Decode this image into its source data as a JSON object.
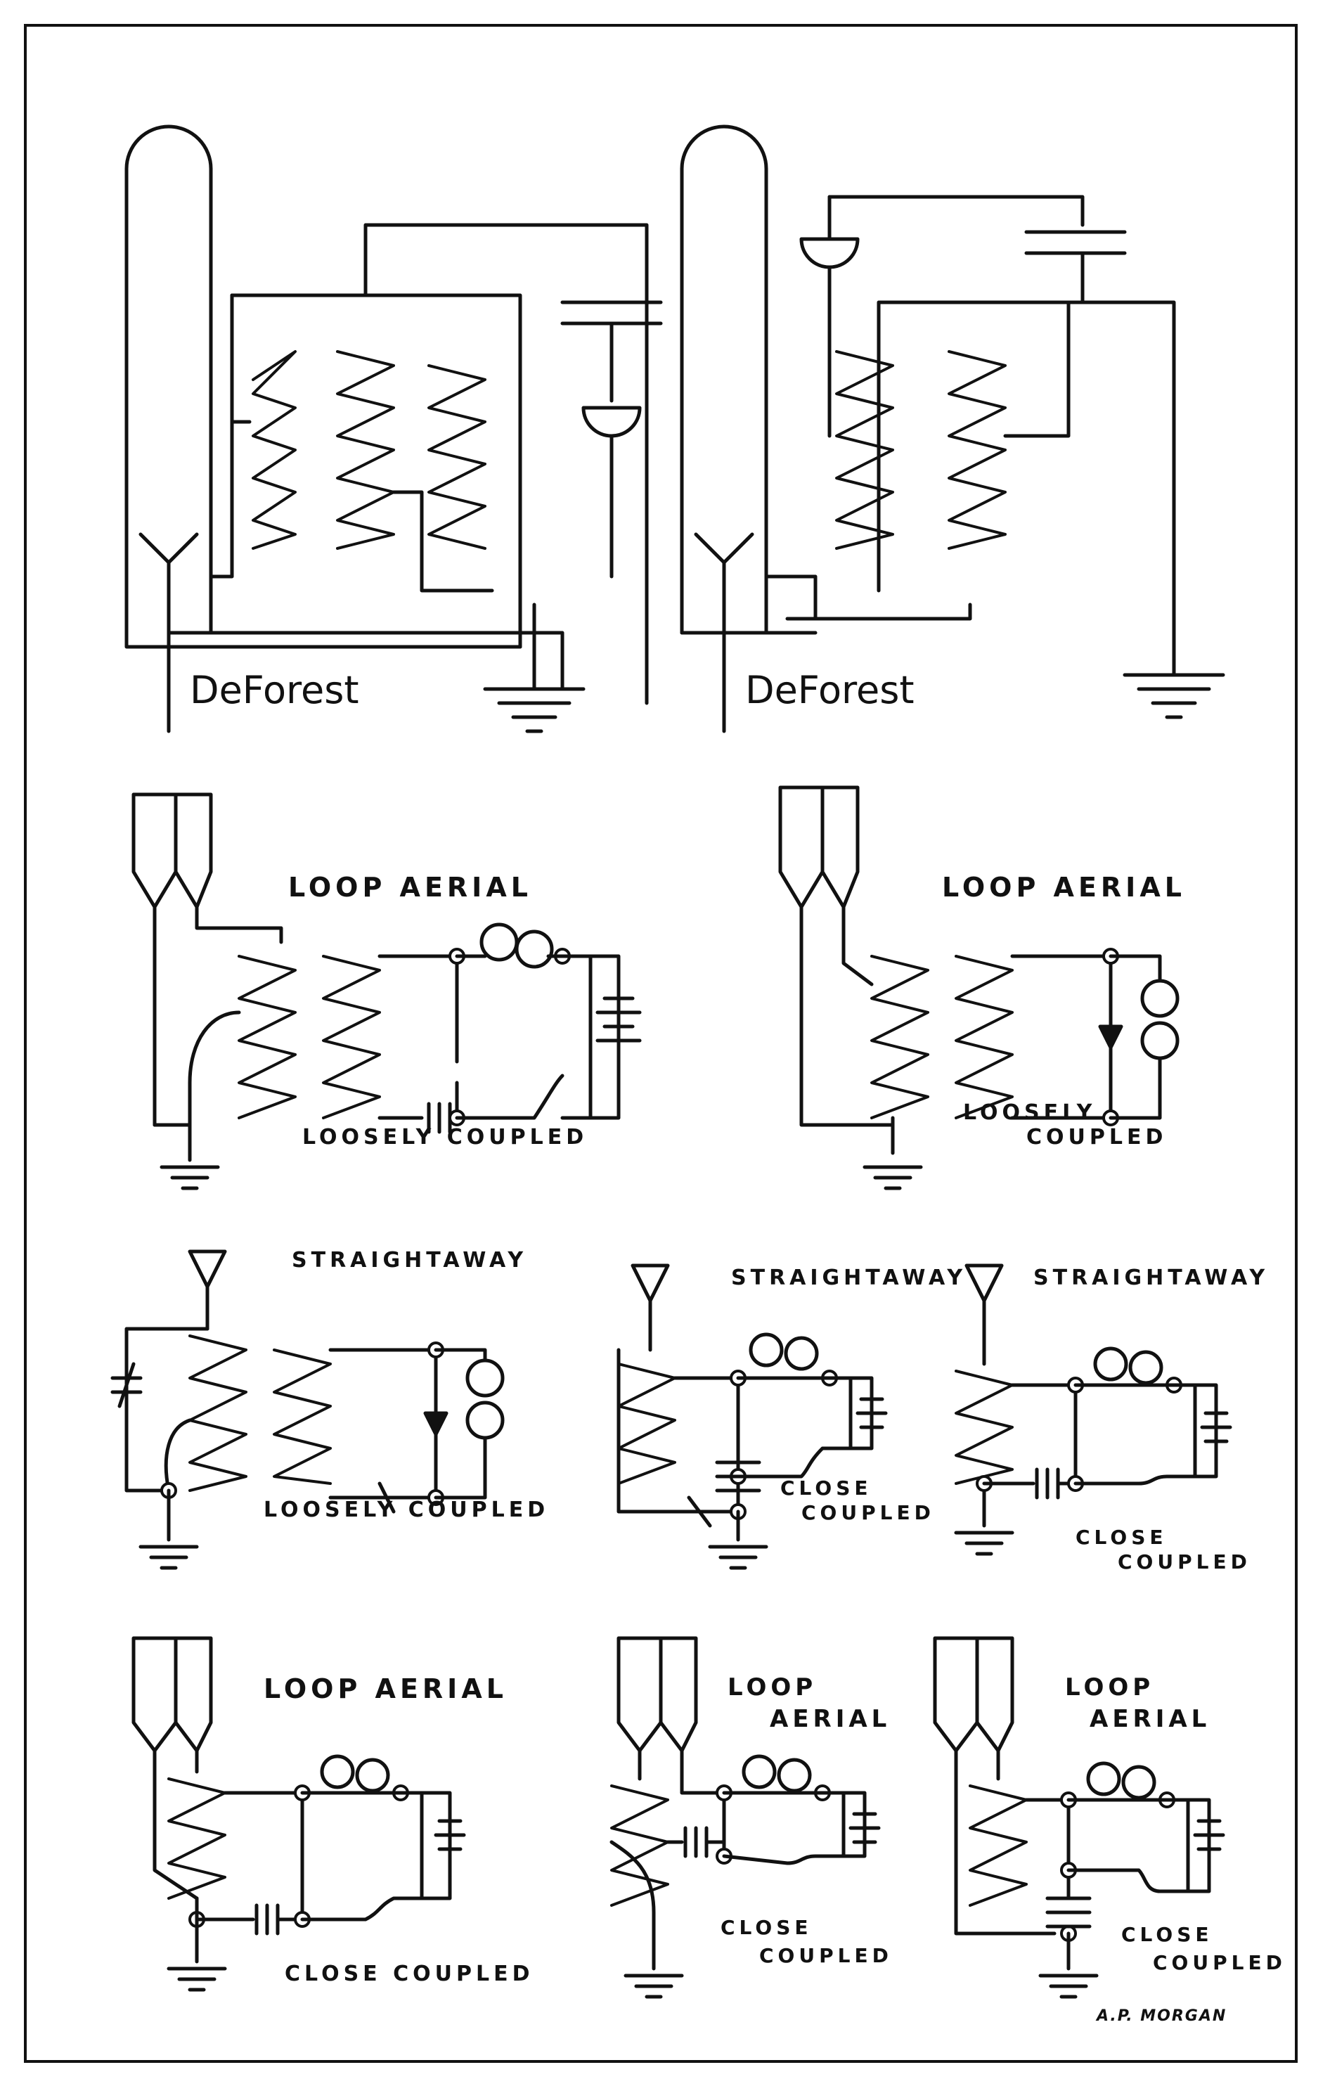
{
  "labels": {
    "deforest_1": "DeForest",
    "deforest_2": "DeForest",
    "loop_aerial_1": "LOOP AERIAL",
    "loosely_coupled_1": "LOOSELY COUPLED",
    "loop_aerial_2": "LOOP AERIAL",
    "loosely_1": "LOOSELY",
    "coupled_1": "COUPLED",
    "straightaway_1": "STRAIGHTAWAY",
    "loosely_coupled_2": "LOOSELY COUPLED",
    "straightaway_2": "STRAIGHTAWAY",
    "close_1": "CLOSE",
    "coupled_2": "COUPLED",
    "straightaway_3": "STRAIGHTAWAY",
    "close_2": "CLOSE",
    "coupled_3": "COUPLED",
    "loop_aerial_3": "LOOP AERIAL",
    "close_coupled_1": "CLOSE COUPLED",
    "loop_4": "LOOP",
    "aerial_4": "AERIAL",
    "close_3": "CLOSE",
    "coupled_4": "COUPLED",
    "loop_5": "LOOP",
    "aerial_5": "AERIAL",
    "close_4": "CLOSE",
    "coupled_5": "COUPLED",
    "signature": "A.P. MORGAN"
  }
}
